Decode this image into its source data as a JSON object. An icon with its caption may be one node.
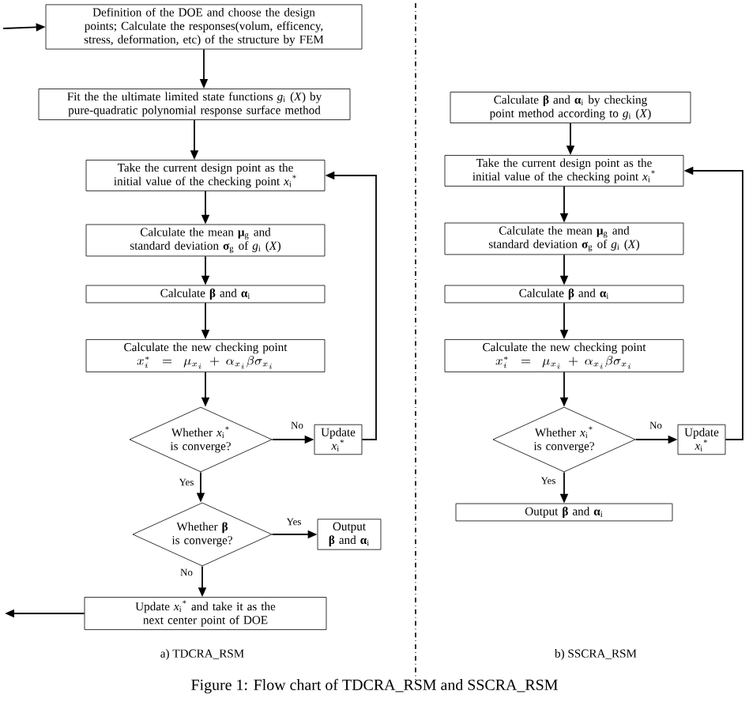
{
  "diagram": {
    "caption": "Figure 1: Flow chart of TDCRA_RSM and SSCRA_RSM",
    "nodes": [
      {
        "text": [
          "Definition of the DOE and choose the design points; Calculate the responses(volum, efficency, stress, deformation, etc) of the structure by FEM"
        ]
      },
      {
        "text": [
          "Fit the the ultimate limited state functions *g*$_{i}$ (*X*) by pure-quadratic polynomial response surface method"
        ]
      },
      {
        "text": [
          "Take the current design point as the initial value of the checking point *x*$_{i}$$^{*}$"
        ]
      },
      {
        "text": [
          "Calculate the mean **μ**$_{g}$ and standard deviation **σ**$_{g}$ of *g*$_{i}$ (*X*)"
        ]
      },
      {
        "text": [
          "Calculate **β** and **α**$_{i}$"
        ]
      },
      {
        "text": [
          "Calculate the new checking point",
          "x_i^{*}=\\mu_{x_i}+\\alpha_{x_i}\\beta\\sigma_{x_i}"
        ]
      },
      {
        "text": [
          "Whether *x*$_{i}$$^{*}$ is converge?"
        ]
      },
      {
        "text": [
          "Update *x*$_{i}$$^{*}$"
        ]
      },
      {
        "text": [
          "Whether **β** is converge?"
        ]
      },
      {
        "text": [
          "Output **β** and **α**$_{i}$"
        ]
      },
      {
        "text": [
          "Update *x*$_{i}$$^{*}$ and take it as the next center point of DOE"
        ]
      },
      {
        "text": [
          "Calculate **β** and **α**$_{i}$ by checking point method according to *g*$_{i}$ (*X*)"
        ]
      },
      {
        "text": [
          "Take the current design point as the initial value of the checking point *x*$_{i}$$^{*}$"
        ]
      },
      {
        "text": [
          "Calculate the mean **μ**$_{g}$ and standard deviation **σ**$_{g}$ of *g*$_{i}$ (*X*)"
        ]
      },
      {
        "text": [
          "Calculate **β** and **α**$_{i}$"
        ]
      },
      {
        "text": [
          "Calculate the new checking point",
          "x_i^{*}=\\mu_{x_i}+\\alpha_{x_i}\\beta\\sigma_{x_i}"
        ]
      },
      {
        "text": [
          "Whether *x*$_{i}$$^{*}$ is converge?"
        ]
      },
      {
        "text": [
          "Update *x*$_{i}$$^{*}$"
        ]
      },
      {
        "text": [
          "Output **β** and **α**$_{i}$"
        ]
      }
    ],
    "edges": [
      {
        "from": null,
        "to": 0,
        "arrow": "to"
      },
      {
        "from": 0,
        "to": 1,
        "arrow": "to"
      },
      {
        "from": 1,
        "to": 2,
        "arrow": "to"
      },
      {
        "from": 2,
        "to": 3,
        "arrow": "to"
      },
      {
        "from": 3,
        "to": 4,
        "arrow": "to"
      },
      {
        "from": 4,
        "to": 5,
        "arrow": "to"
      },
      {
        "from": 5,
        "to": 6,
        "arrow": "to"
      },
      {
        "from": 6,
        "to": 7,
        "arrow": "to",
        "label": "No"
      },
      {
        "from": 7,
        "to": 2,
        "arrow": "to"
      },
      {
        "from": 6,
        "to": 8,
        "arrow": "to",
        "label": "Yes"
      },
      {
        "from": 8,
        "to": 9,
        "arrow": "to",
        "label": "Yes"
      },
      {
        "from": 8,
        "to": 10,
        "arrow": "to",
        "label": "No"
      },
      {
        "from": 10,
        "to": null,
        "arrow": "to"
      },
      {
        "from": 11,
        "to": 12,
        "arrow": "to"
      },
      {
        "from": 12,
        "to": 13,
        "arrow": "to"
      },
      {
        "from": 13,
        "to": 14,
        "arrow": "to"
      },
      {
        "from": 14,
        "to": 15,
        "arrow": "to"
      },
      {
        "from": 15,
        "to": 16,
        "arrow": "to"
      },
      {
        "from": 16,
        "to": 17,
        "arrow": "to",
        "label": "No"
      },
      {
        "from": 17,
        "to": 12,
        "arrow": "to"
      },
      {
        "from": 16,
        "to": 18,
        "arrow": "to",
        "label": "Yes"
      }
    ],
    "labels": [
      "a) TDCRA_RSM",
      "b) SSCRA_RSM"
    ]
  }
}
